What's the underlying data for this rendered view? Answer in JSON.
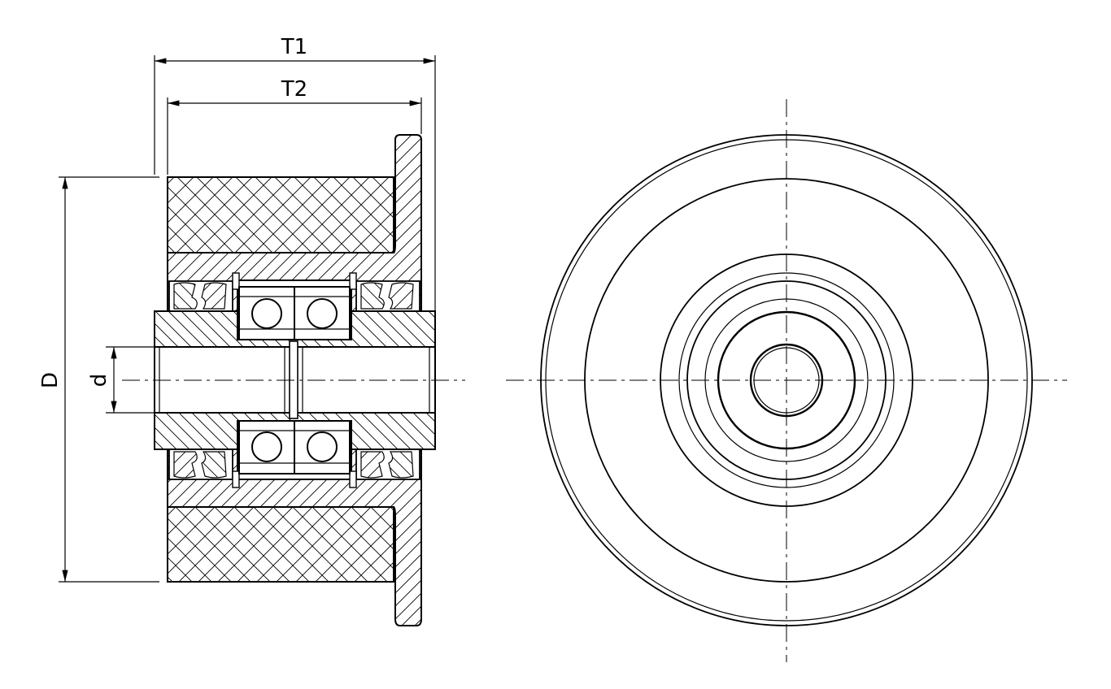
{
  "dimensions": {
    "t1": "T1",
    "t2": "T2",
    "d_outer": "D",
    "d_inner": "d"
  }
}
